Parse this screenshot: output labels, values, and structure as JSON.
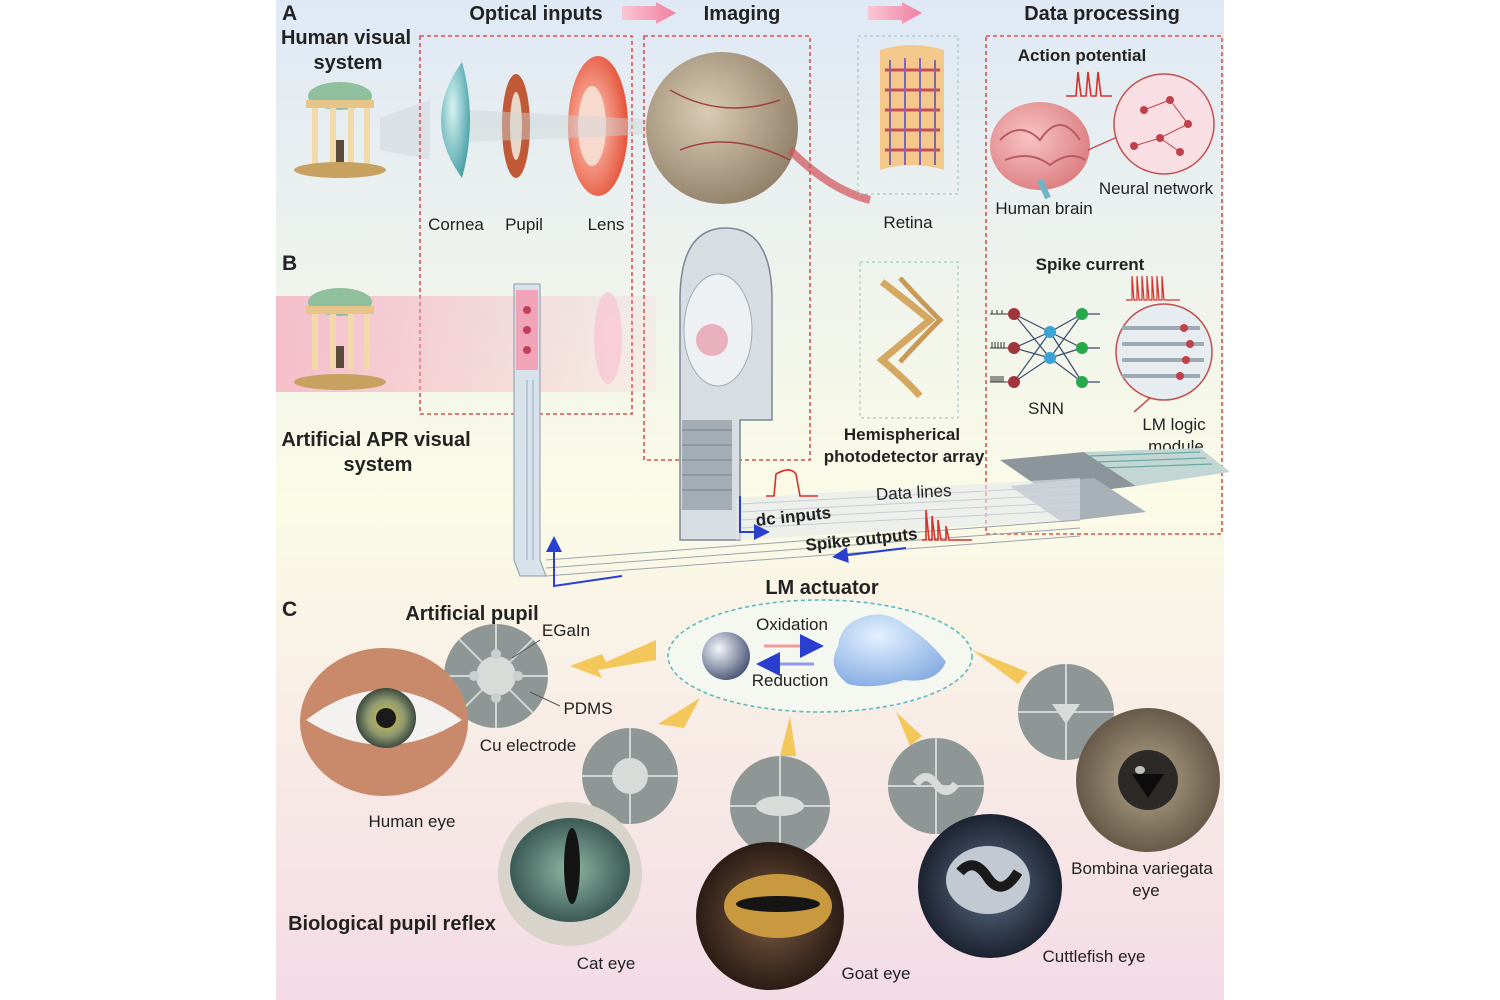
{
  "panels": {
    "a": "A",
    "b": "B",
    "c": "C"
  },
  "header": {
    "optical_inputs": "Optical inputs",
    "imaging": "Imaging",
    "data_processing": "Data processing"
  },
  "human_system": {
    "title_line1": "Human visual",
    "title_line2": "system",
    "cornea": "Cornea",
    "pupil": "Pupil",
    "lens": "Lens",
    "retina": "Retina",
    "action_potential": "Action potential",
    "human_brain": "Human brain",
    "neural_network": "Neural network"
  },
  "artificial_system": {
    "title_line1": "Artificial APR visual",
    "title_line2": "system",
    "spike_current": "Spike current",
    "snn": "SNN",
    "lm_logic_line1": "LM logic",
    "lm_logic_line2": "module",
    "photodetector_line1": "Hemispherical",
    "photodetector_line2": "photodetector array",
    "data_lines": "Data lines",
    "dc_inputs": "dc inputs",
    "spike_outputs": "Spike outputs"
  },
  "lm_actuator": {
    "title": "LM actuator",
    "oxidation": "Oxidation",
    "reduction": "Reduction"
  },
  "artificial_pupil": {
    "title": "Artificial pupil",
    "egain": "EGaIn",
    "pdms": "PDMS",
    "cu_electrode": "Cu electrode"
  },
  "biological": {
    "title": "Biological pupil reflex",
    "human_eye": "Human eye",
    "cat_eye": "Cat eye",
    "goat_eye": "Goat eye",
    "cuttlefish_eye": "Cuttlefish eye",
    "bombina_line1": "Bombina variegata",
    "bombina_line2": "eye"
  },
  "colors": {
    "dashed_box": "#d9534f",
    "arrow_pink": "#f07fa0",
    "spike_red": "#d9302a",
    "flow_blue": "#2a3fd0",
    "actuator_ring": "#5bb9c4"
  }
}
